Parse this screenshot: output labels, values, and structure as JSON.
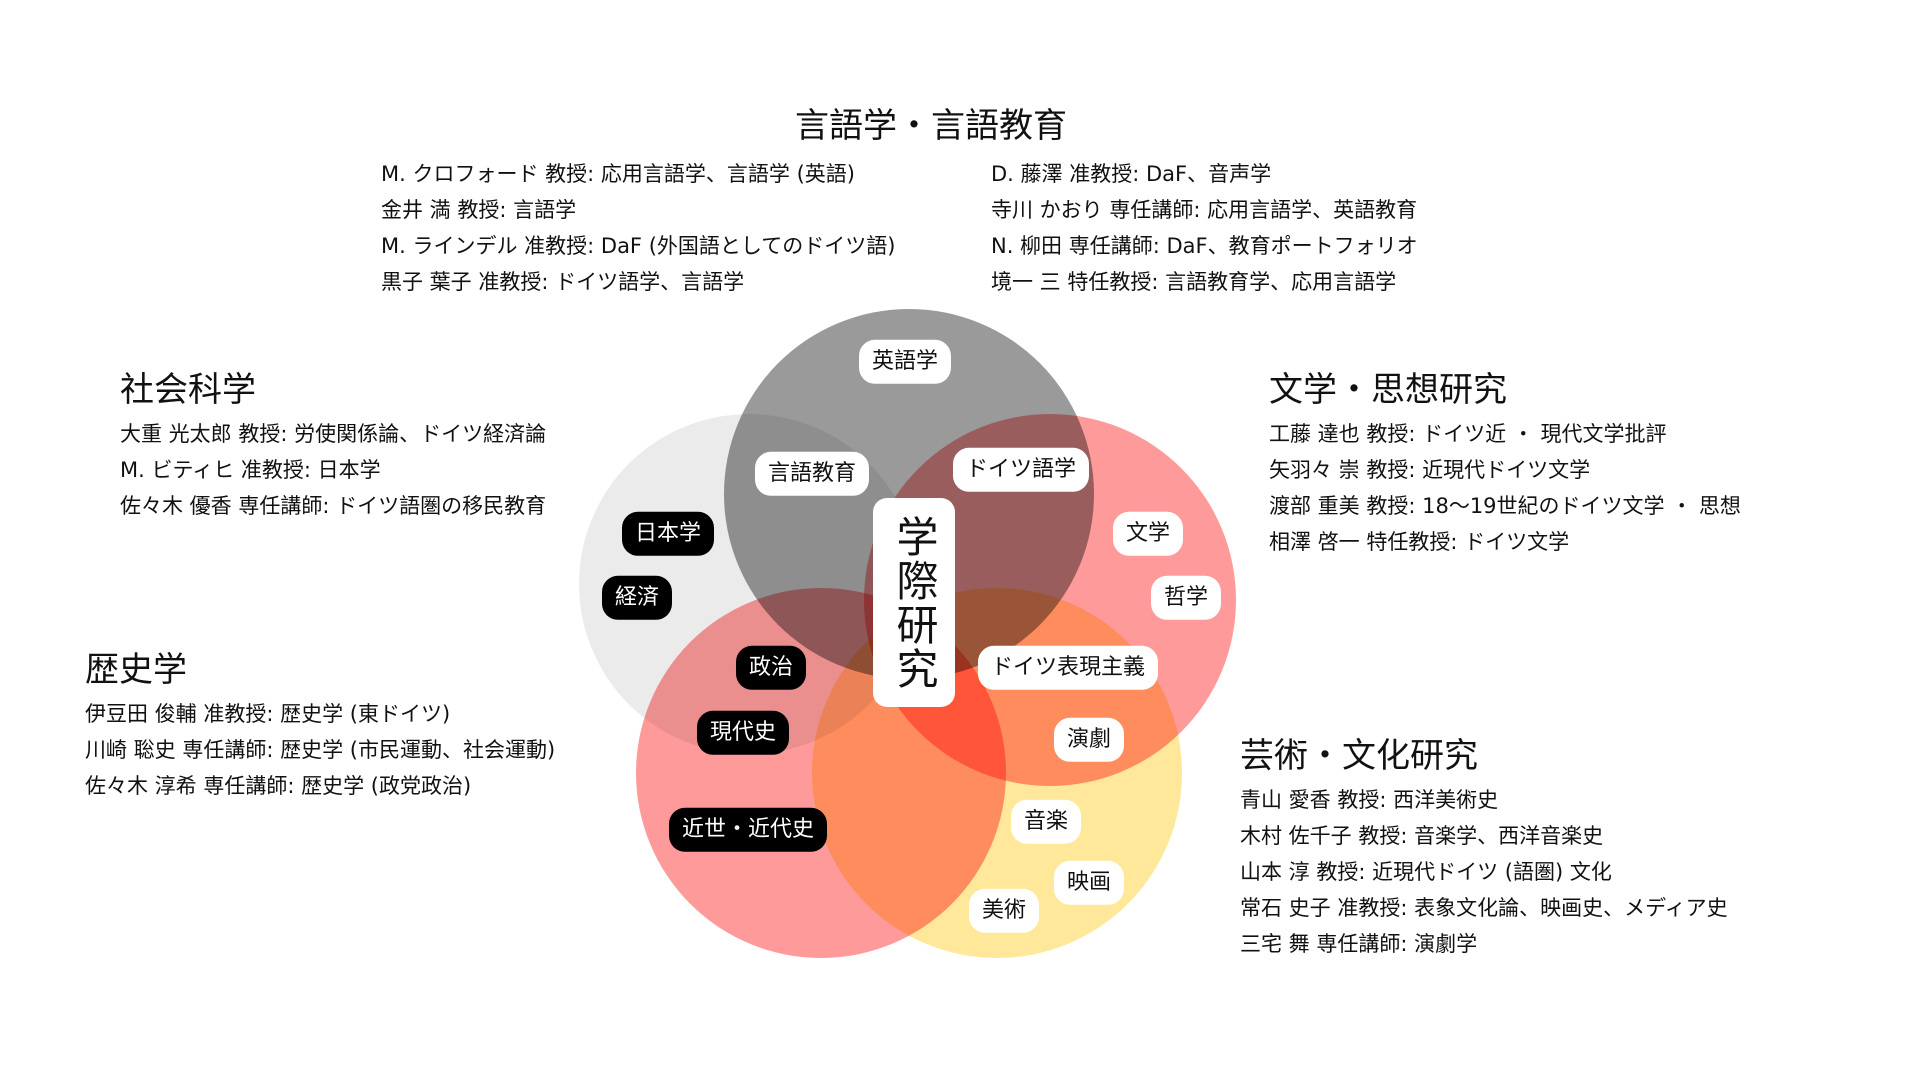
{
  "center_label": "学際研究",
  "colors": {
    "linguistics": "#9a9a9a",
    "social_science": "#ebebeb",
    "literature": "#ff9a9a",
    "history": "#ff9a9a",
    "arts": "#ffe89a"
  },
  "linguistics": {
    "title": "言語学・言語教育",
    "left": [
      "M. クロフォード 教授: 応用言語学、言語学 (英語)",
      "金井 満 教授: 言語学",
      "M. ラインデル 准教授: DaF (外国語としてのドイツ語)",
      "黒子 葉子 准教授: ドイツ語学、言語学"
    ],
    "right": [
      "D. 藤澤 准教授: DaF、音声学",
      "寺川 かおり 専任講師: 応用言語学、英語教育",
      "N. 柳田 専任講師: DaF、教育ポートフォリオ",
      "境一 三 特任教授: 言語教育学、応用言語学"
    ]
  },
  "social_science": {
    "title": "社会科学",
    "members": [
      "大重 光太郎 教授: 労使関係論、ドイツ経済論",
      "M. ビティヒ 准教授: 日本学",
      "佐々木 優香 専任講師: ドイツ語圏の移民教育"
    ]
  },
  "literature": {
    "title": "文学・思想研究",
    "members": [
      "工藤 達也 教授: ドイツ近 ・ 現代文学批評",
      "矢羽々 崇 教授: 近現代ドイツ文学",
      "渡部 重美 教授: 18〜19世紀のドイツ文学 ・ 思想",
      "相澤 啓一 特任教授: ドイツ文学"
    ]
  },
  "history": {
    "title": "歴史学",
    "members": [
      "伊豆田 俊輔 准教授: 歴史学 (東ドイツ)",
      "川崎 聡史 専任講師: 歴史学 (市民運動、社会運動)",
      "佐々木 淳希 専任講師: 歴史学 (政党政治)"
    ]
  },
  "arts": {
    "title": "芸術・文化研究",
    "members": [
      "青山 愛香 教授: 西洋美術史",
      "木村 佐千子 教授: 音楽学、西洋音楽史",
      "山本 淳 教授: 近現代ドイツ (語圏) 文化",
      "常石 史子 准教授: 表象文化論、映画史、メディア史",
      "三宅 舞 専任講師: 演劇学"
    ]
  },
  "tags": {
    "english": "英語学",
    "language_education": "言語教育",
    "german_linguistics": "ドイツ語学",
    "japanology": "日本学",
    "economics": "経済",
    "literature": "文学",
    "philosophy": "哲学",
    "politics": "政治",
    "expressionism": "ドイツ表現主義",
    "contemporary_history": "現代史",
    "theater": "演劇",
    "early_modern_history": "近世・近代史",
    "music": "音楽",
    "film": "映画",
    "fine_art": "美術"
  }
}
